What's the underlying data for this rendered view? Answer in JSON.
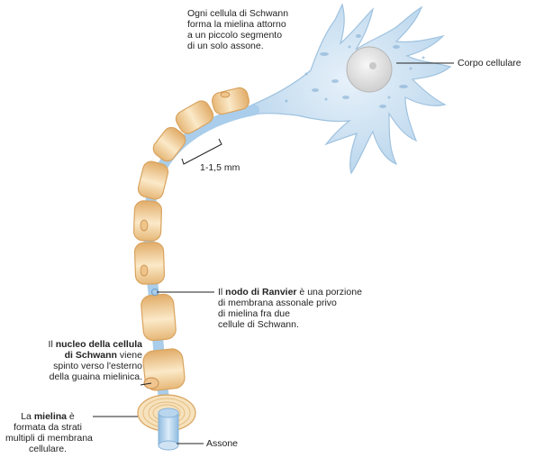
{
  "labels": {
    "schwann_note": {
      "line1": "Ogni cellula di Schwann",
      "line2": "forma la mielina attorno",
      "line3": "a un piccolo segmento",
      "line4": "di un solo assone."
    },
    "cell_body": "Corpo cellulare",
    "segment_length": "1-1,5 mm",
    "ranvier": {
      "pre": "Il ",
      "bold": "nodo di Ranvier",
      "post": " è una porzione",
      "line2": "di membrana assonale privo",
      "line3": "di mielina fra due",
      "line4": "cellule di Schwann."
    },
    "nucleus": {
      "pre": "Il ",
      "bold1": "nucleo della cellula",
      "bold2": "di Schwann",
      "post2": " viene",
      "line3": "spinto verso l'esterno",
      "line4": "della guaina mielinica."
    },
    "myelin": {
      "pre": "La ",
      "bold": "mielina",
      "post": " è",
      "line2": "formata da strati",
      "line3": "multipli di membrana",
      "line4": "cellulare."
    },
    "axon": "Assone"
  },
  "colors": {
    "cell_fill": "#cfe3f3",
    "cell_edge": "#9fc2df",
    "myelin_fill": "#f3d8a9",
    "myelin_edge": "#d9a35e",
    "axon_blue": "#a9cdea",
    "nucleus": "#e4e4e4"
  }
}
